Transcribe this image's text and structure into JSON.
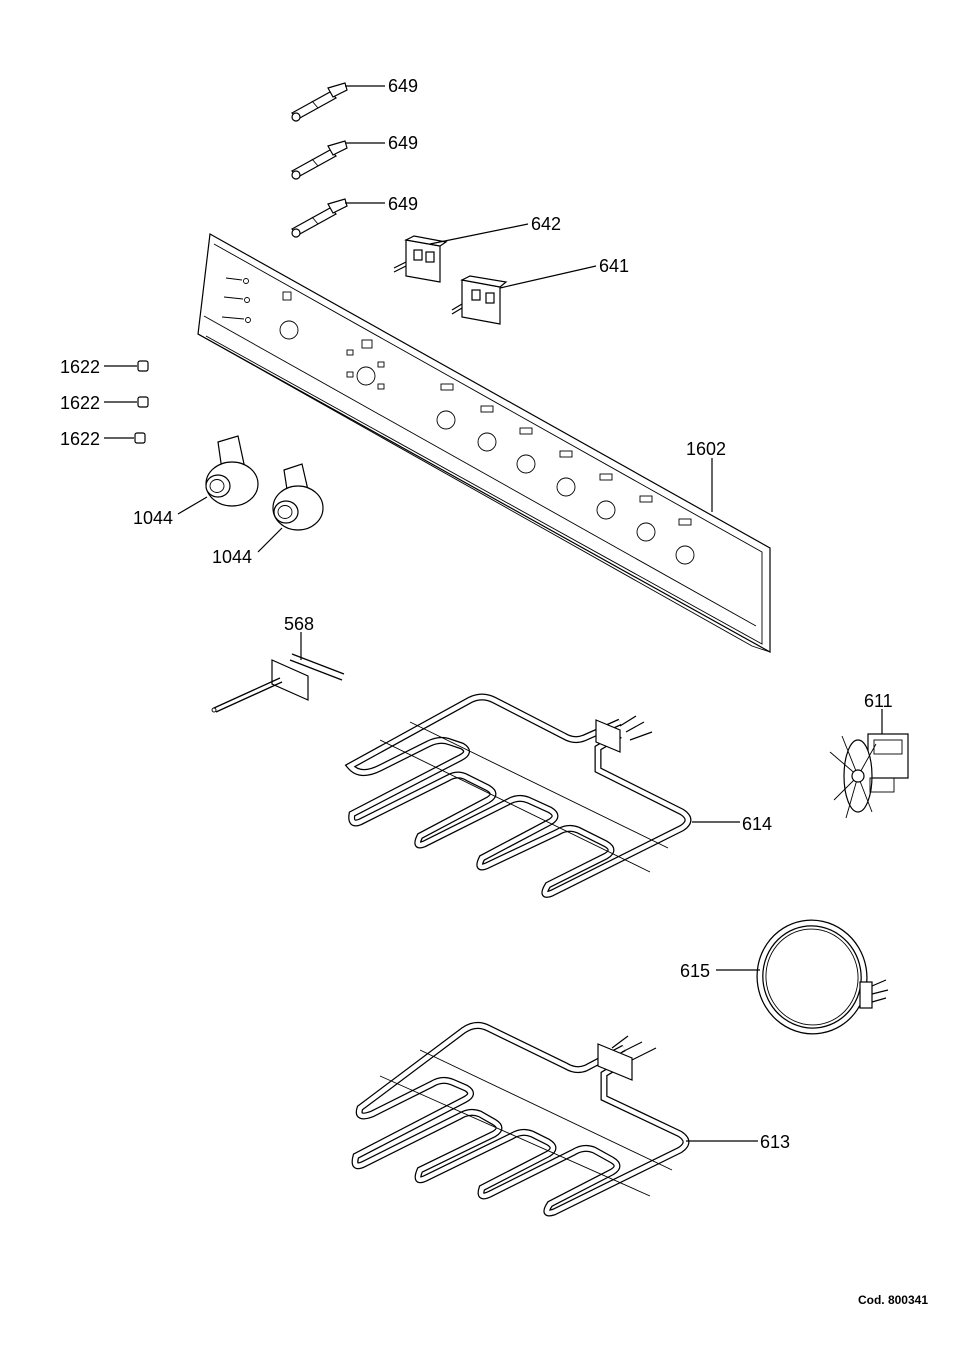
{
  "diagram": {
    "labels": {
      "l649a": "649",
      "l649b": "649",
      "l649c": "649",
      "l642": "642",
      "l641": "641",
      "l1622a": "1622",
      "l1622b": "1622",
      "l1622c": "1622",
      "l1602": "1602",
      "l1044a": "1044",
      "l1044b": "1044",
      "l568": "568",
      "l611": "611",
      "l614": "614",
      "l615": "615",
      "l613": "613"
    },
    "code": "Cod. 800341"
  }
}
